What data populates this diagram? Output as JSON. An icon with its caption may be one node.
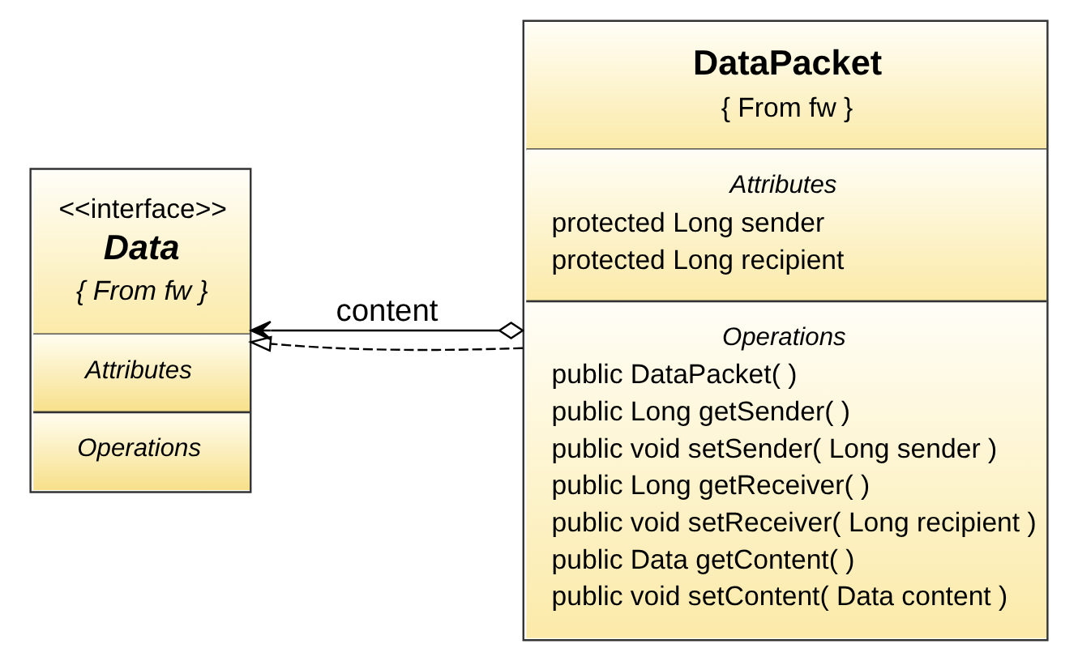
{
  "diagram": {
    "nodes": [
      {
        "text": [
          "<<interface>>",
          "Data",
          "{ From fw }",
          "Attributes",
          "Operations"
        ]
      },
      {
        "text": [
          "DataPacket",
          "{ From fw }",
          "Attributes",
          "protected Long sender",
          "protected Long recipient",
          "Operations",
          "public DataPacket( )",
          "public Long getSender( )",
          "public void setSender( Long sender )",
          "public Long getReceiver( )",
          "public void setReceiver( Long recipient )",
          "public Data getContent( )",
          "public void setContent( Data content )"
        ]
      }
    ],
    "edges": [
      {
        "from": 1,
        "to": 0,
        "arrow": "to",
        "label": "content"
      },
      {
        "from": 1,
        "to": 0,
        "arrow": "to",
        "style": "dashed"
      }
    ]
  }
}
